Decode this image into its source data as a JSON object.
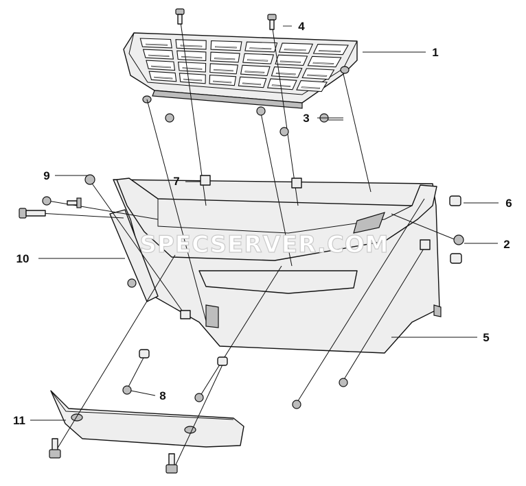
{
  "watermark": "SPECSERVER.COM",
  "callouts": {
    "c1": "1",
    "c2": "2",
    "c3": "3",
    "c4": "4",
    "c5": "5",
    "c6": "6",
    "c7": "7",
    "c8": "8",
    "c9": "9",
    "c10": "10",
    "c11": "11"
  }
}
